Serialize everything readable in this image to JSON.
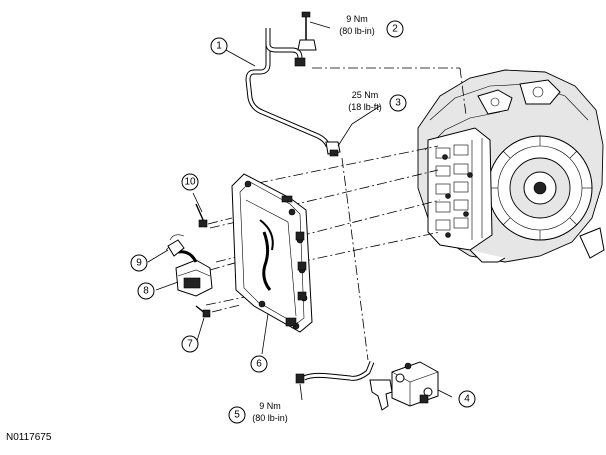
{
  "document_id": "N0117675",
  "callouts": [
    {
      "number": "1"
    },
    {
      "number": "2"
    },
    {
      "number": "3"
    },
    {
      "number": "4"
    },
    {
      "number": "5"
    },
    {
      "number": "6"
    },
    {
      "number": "7"
    },
    {
      "number": "8"
    },
    {
      "number": "9"
    },
    {
      "number": "10"
    }
  ],
  "torques": [
    {
      "callout": "2",
      "line1": "9 Nm",
      "line2": "(80 lb-in)"
    },
    {
      "callout": "3",
      "line1": "25 Nm",
      "line2": "(18 lb-ft)"
    },
    {
      "callout": "5",
      "line1": "9 Nm",
      "line2": "(80 lb-in)"
    }
  ]
}
